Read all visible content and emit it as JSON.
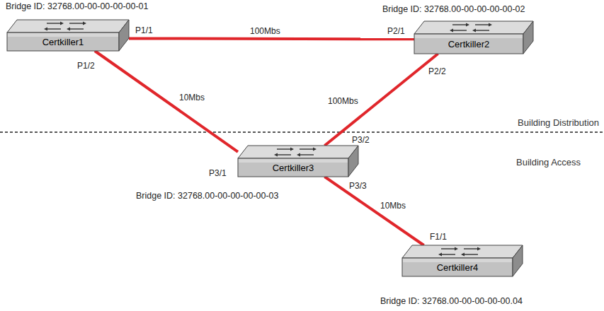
{
  "diagram": {
    "nodes": [
      {
        "text": [
          "Bridge ID: 32768.00-00-00-00-00-01",
          "Certkiller1"
        ]
      },
      {
        "text": [
          "Bridge ID: 32768.00-00-00-00-00-02",
          "Certkiller2"
        ]
      },
      {
        "text": [
          "Certkiller3",
          "Bridge ID: 32768.00-00-00-00-00-03"
        ]
      },
      {
        "text": [
          "Certkiller4",
          "Bridge ID: 32768.00-00-00-00-00.04"
        ]
      }
    ],
    "edges": [
      {
        "from": 0,
        "to": 1,
        "arrow": "none",
        "label": "100Mbs"
      },
      {
        "from": 0,
        "to": 2,
        "arrow": "none",
        "label": "10Mbs"
      },
      {
        "from": 1,
        "to": 2,
        "arrow": "none",
        "label": "100Mbs"
      },
      {
        "from": 2,
        "to": 3,
        "arrow": "none",
        "label": "10Mbs"
      }
    ],
    "labels": [
      "P1/1",
      "P2/1",
      "P1/2",
      "P2/2",
      "P3/1",
      "P3/2",
      "P3/3",
      "F1/1",
      "Building Distribution",
      "Building Access"
    ]
  }
}
